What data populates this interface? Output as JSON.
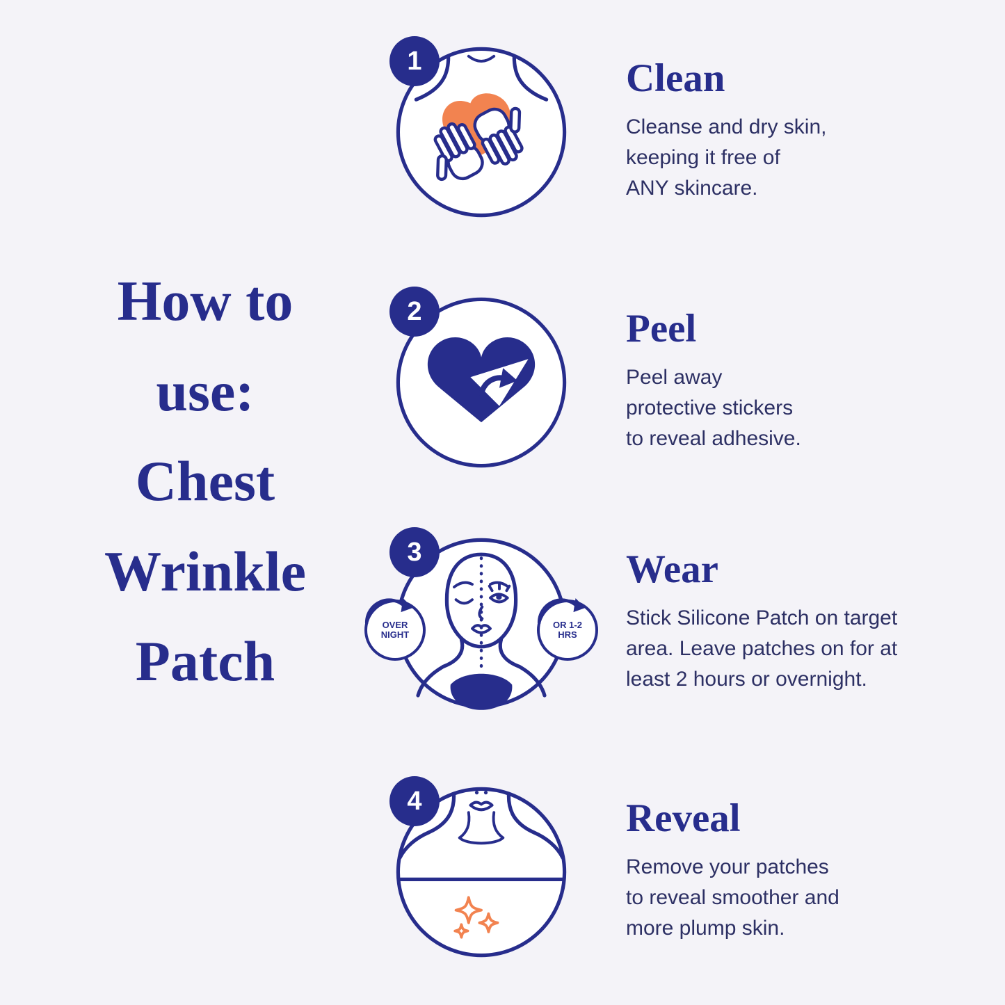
{
  "colors": {
    "bg": "#f4f3f8",
    "navy": "#272d8c",
    "orange": "#f28350",
    "ink": "#2d3064"
  },
  "heading": "How to\nuse:\nChest\nWrinkle\nPatch",
  "steps": [
    {
      "number": "1",
      "title": "Clean",
      "description": "Cleanse and dry skin,\nkeeping it free of\nANY skincare.",
      "icon": "hands-cleansing-chest-icon"
    },
    {
      "number": "2",
      "title": "Peel",
      "description": "Peel away\nprotective stickers\nto reveal adhesive.",
      "icon": "heart-patch-peel-icon"
    },
    {
      "number": "3",
      "title": "Wear",
      "description": "Stick Silicone Patch on target\narea. Leave patches on for at\nleast 2 hours or overnight.",
      "icon": "face-overnight-wear-icon",
      "badges": {
        "left": "OVER\nNIGHT",
        "right": "OR 1-2\nHRS"
      }
    },
    {
      "number": "4",
      "title": "Reveal",
      "description": "Remove your patches\nto reveal smoother and\nmore plump skin.",
      "icon": "smooth-skin-sparkles-icon"
    }
  ]
}
